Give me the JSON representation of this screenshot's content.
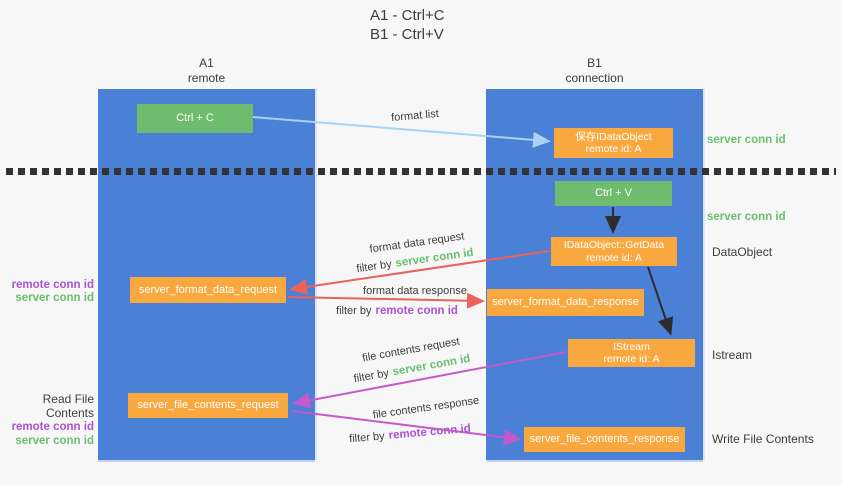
{
  "title": {
    "line1": "A1 - Ctrl+C",
    "line2": "B1 - Ctrl+V"
  },
  "lanes": {
    "a1": {
      "name": "A1",
      "role": "remote"
    },
    "b1": {
      "name": "B1",
      "role": "connection"
    }
  },
  "nodes": {
    "ctrl_c": {
      "label": "Ctrl + C"
    },
    "ctrl_v": {
      "label": "Ctrl + V"
    },
    "save_idataobject": {
      "line1": "保存IDataObject",
      "line2": "remote id: A"
    },
    "getdata": {
      "line1": "IDataObject::GetData",
      "line2": "remote id: A"
    },
    "istream": {
      "line1": "IStream",
      "line2": "remote id: A"
    },
    "server_format_data_request": {
      "label": "server_format_data_request"
    },
    "server_format_data_response": {
      "label": "server_format_data_response"
    },
    "server_file_contents_request": {
      "label": "server_file_contents_request"
    },
    "server_file_contents_response": {
      "label": "server_file_contents_response"
    }
  },
  "edge_labels": {
    "format_list": "format list",
    "format_data_request": "format data request",
    "format_data_response": "format data response",
    "file_contents_request": "file contents request",
    "file_contents_response": "file contents response",
    "filter_by": "filter by",
    "server_conn_id": "server conn id",
    "remote_conn_id": "remote conn id"
  },
  "side_labels": {
    "server_conn_id_top": "server conn id",
    "server_conn_id_mid": "server conn id",
    "dataobject": "DataObject",
    "istream": "Istream",
    "write_file_contents": "Write File Contents",
    "read_file_contents": "Read File Contents",
    "remote_conn_id": "remote conn id",
    "server_conn_id": "server conn id"
  },
  "colors": {
    "lane_blue": "#4a80d6",
    "node_green": "#6fbc6e",
    "node_orange": "#f8a83e",
    "arrow_red": "#e8635c",
    "arrow_magenta": "#c558cb",
    "arrow_light_blue": "#a8d3f2",
    "arrow_black": "#2d2d2d",
    "text_green": "#6abf6e",
    "text_purple": "#ab53d0",
    "text_dark": "#3f3f3f",
    "separator_dark": "#333333"
  }
}
